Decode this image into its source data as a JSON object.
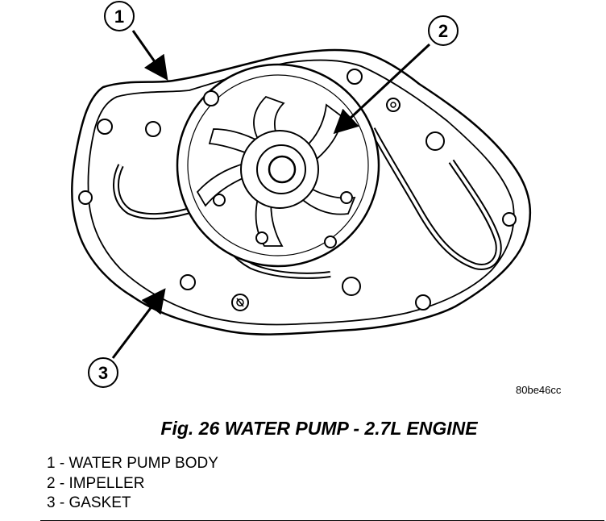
{
  "figure": {
    "callouts": [
      {
        "number": "1"
      },
      {
        "number": "2"
      },
      {
        "number": "3"
      }
    ],
    "image_code": "80be46cc"
  },
  "caption": "Fig. 26 WATER PUMP - 2.7L ENGINE",
  "legend": [
    "1 - WATER PUMP BODY",
    "2 - IMPELLER",
    "3 - GASKET"
  ]
}
